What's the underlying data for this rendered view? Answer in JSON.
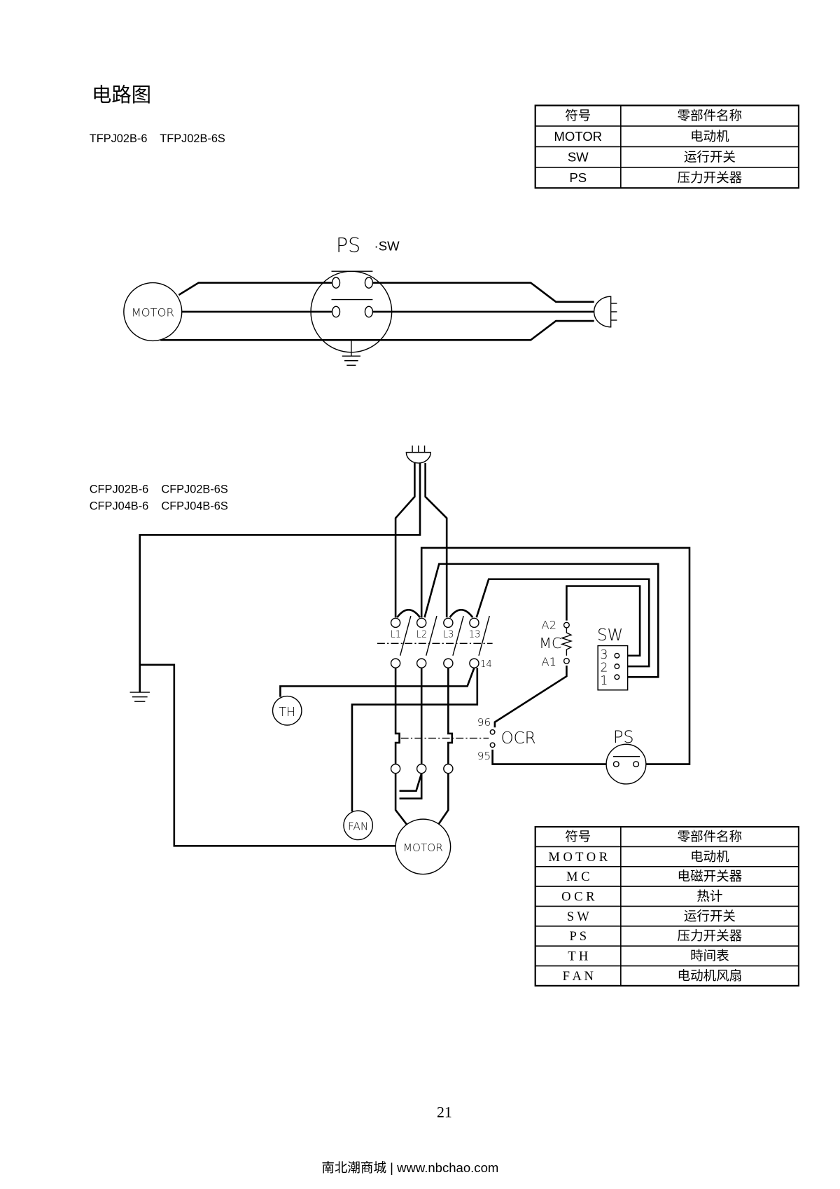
{
  "page": {
    "title": "电路图",
    "page_number": "21",
    "footer": "南北潮商城 | www.nbchao.com"
  },
  "diagram1": {
    "models": "TFPJ02B-6    TFPJ02B-6S",
    "ps_label": "PS",
    "sw_label": "·SW",
    "motor_label": "MOTOR",
    "legend": {
      "headers": [
        "符号",
        "零部件名称"
      ],
      "rows": [
        [
          "MOTOR",
          "电动机"
        ],
        [
          "SW",
          "运行开关"
        ],
        [
          "PS",
          "压力开关器"
        ]
      ]
    }
  },
  "diagram2": {
    "models_line1": "CFPJ02B-6    CFPJ02B-6S",
    "models_line2": "CFPJ04B-6    CFPJ04B-6S",
    "terminals": {
      "l1": "L1",
      "l2": "L2",
      "l3": "L3",
      "t13": "13",
      "t14": "14"
    },
    "mc": {
      "a2": "A2",
      "label": "MC",
      "a1": "A1"
    },
    "sw": {
      "label": "SW",
      "p3": "3",
      "p2": "2",
      "p1": "1"
    },
    "ocr": {
      "label": "OCR",
      "t96": "96",
      "t95": "95"
    },
    "ps_label": "PS",
    "th_label": "TH",
    "fan_label": "FAN",
    "motor_label": "MOTOR",
    "legend": {
      "headers": [
        "符号",
        "零部件名称"
      ],
      "rows": [
        [
          "M O T O R",
          "电动机"
        ],
        [
          "M C",
          "电磁开关器"
        ],
        [
          "O C R",
          "热计"
        ],
        [
          "S W",
          "运行开关"
        ],
        [
          "P S",
          "压力开关器"
        ],
        [
          "T H",
          "時间表"
        ],
        [
          "F A N",
          "电动机风扇"
        ]
      ]
    }
  }
}
